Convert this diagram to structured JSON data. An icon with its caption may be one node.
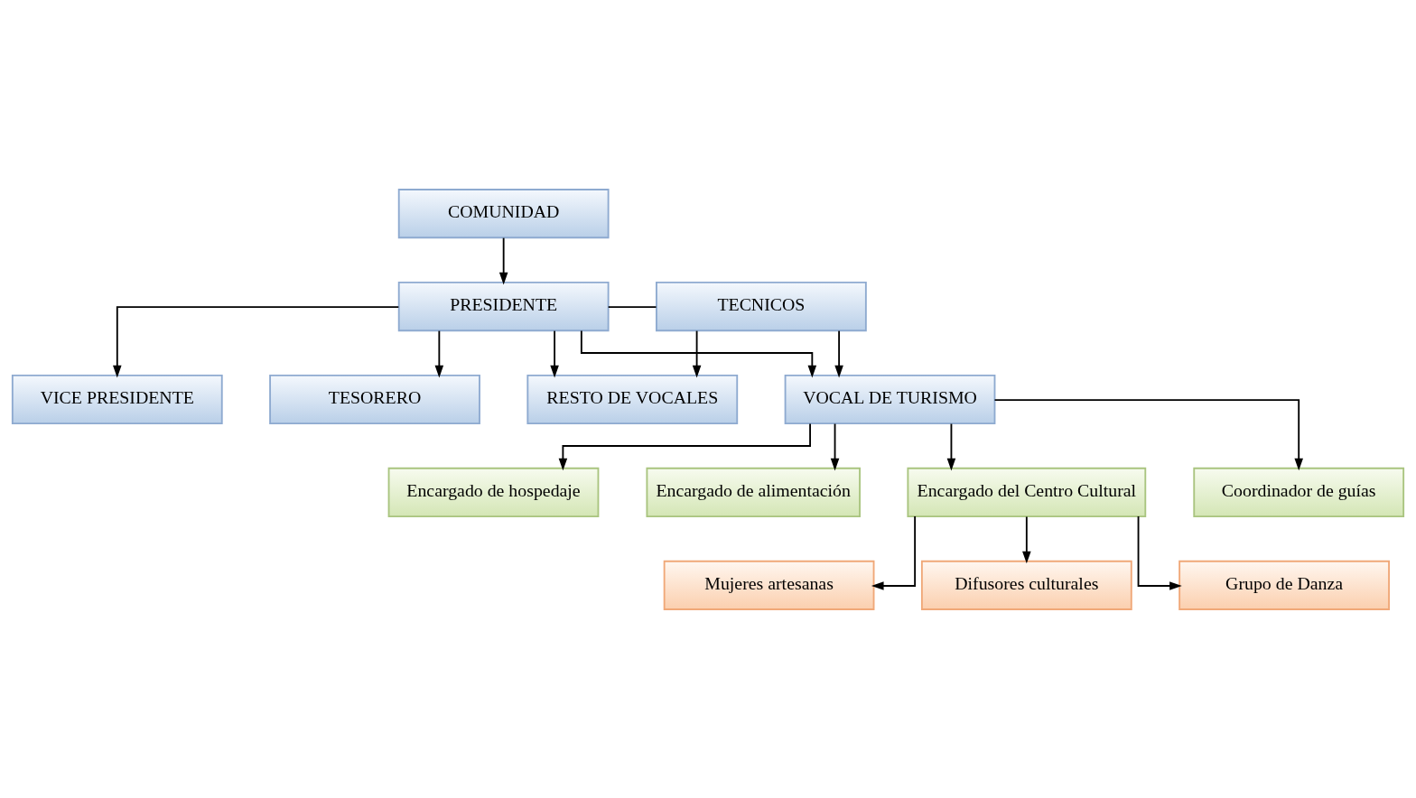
{
  "diagram": {
    "nodes": [
      {
        "text": [
          "COMUNIDAD"
        ]
      },
      {
        "text": [
          "PRESIDENTE"
        ]
      },
      {
        "text": [
          "TECNICOS"
        ]
      },
      {
        "text": [
          "VICE PRESIDENTE"
        ]
      },
      {
        "text": [
          "TESORERO"
        ]
      },
      {
        "text": [
          "RESTO DE VOCALES"
        ]
      },
      {
        "text": [
          "VOCAL DE TURISMO"
        ]
      },
      {
        "text": [
          "Encargado de hospedaje"
        ]
      },
      {
        "text": [
          "Encargado de alimentación"
        ]
      },
      {
        "text": [
          "Encargado del Centro Cultural"
        ]
      },
      {
        "text": [
          "Coordinador de guías"
        ]
      },
      {
        "text": [
          "Mujeres artesanas"
        ]
      },
      {
        "text": [
          "Difusores culturales"
        ]
      },
      {
        "text": [
          "Grupo de Danza"
        ]
      }
    ],
    "edges": [
      {
        "from": 0,
        "to": 1,
        "arrow": "to"
      },
      {
        "from": 1,
        "to": 2,
        "arrow": "none"
      },
      {
        "from": 1,
        "to": 3,
        "arrow": "to"
      },
      {
        "from": 1,
        "to": 4,
        "arrow": "to"
      },
      {
        "from": 1,
        "to": 5,
        "arrow": "to"
      },
      {
        "from": 1,
        "to": 6,
        "arrow": "to"
      },
      {
        "from": 2,
        "to": 5,
        "arrow": "to"
      },
      {
        "from": 2,
        "to": 6,
        "arrow": "to"
      },
      {
        "from": 6,
        "to": 7,
        "arrow": "to"
      },
      {
        "from": 6,
        "to": 8,
        "arrow": "to"
      },
      {
        "from": 6,
        "to": 9,
        "arrow": "to"
      },
      {
        "from": 6,
        "to": 10,
        "arrow": "to"
      },
      {
        "from": 9,
        "to": 11,
        "arrow": "to"
      },
      {
        "from": 9,
        "to": 12,
        "arrow": "to"
      },
      {
        "from": 9,
        "to": 13,
        "arrow": "to"
      }
    ]
  }
}
